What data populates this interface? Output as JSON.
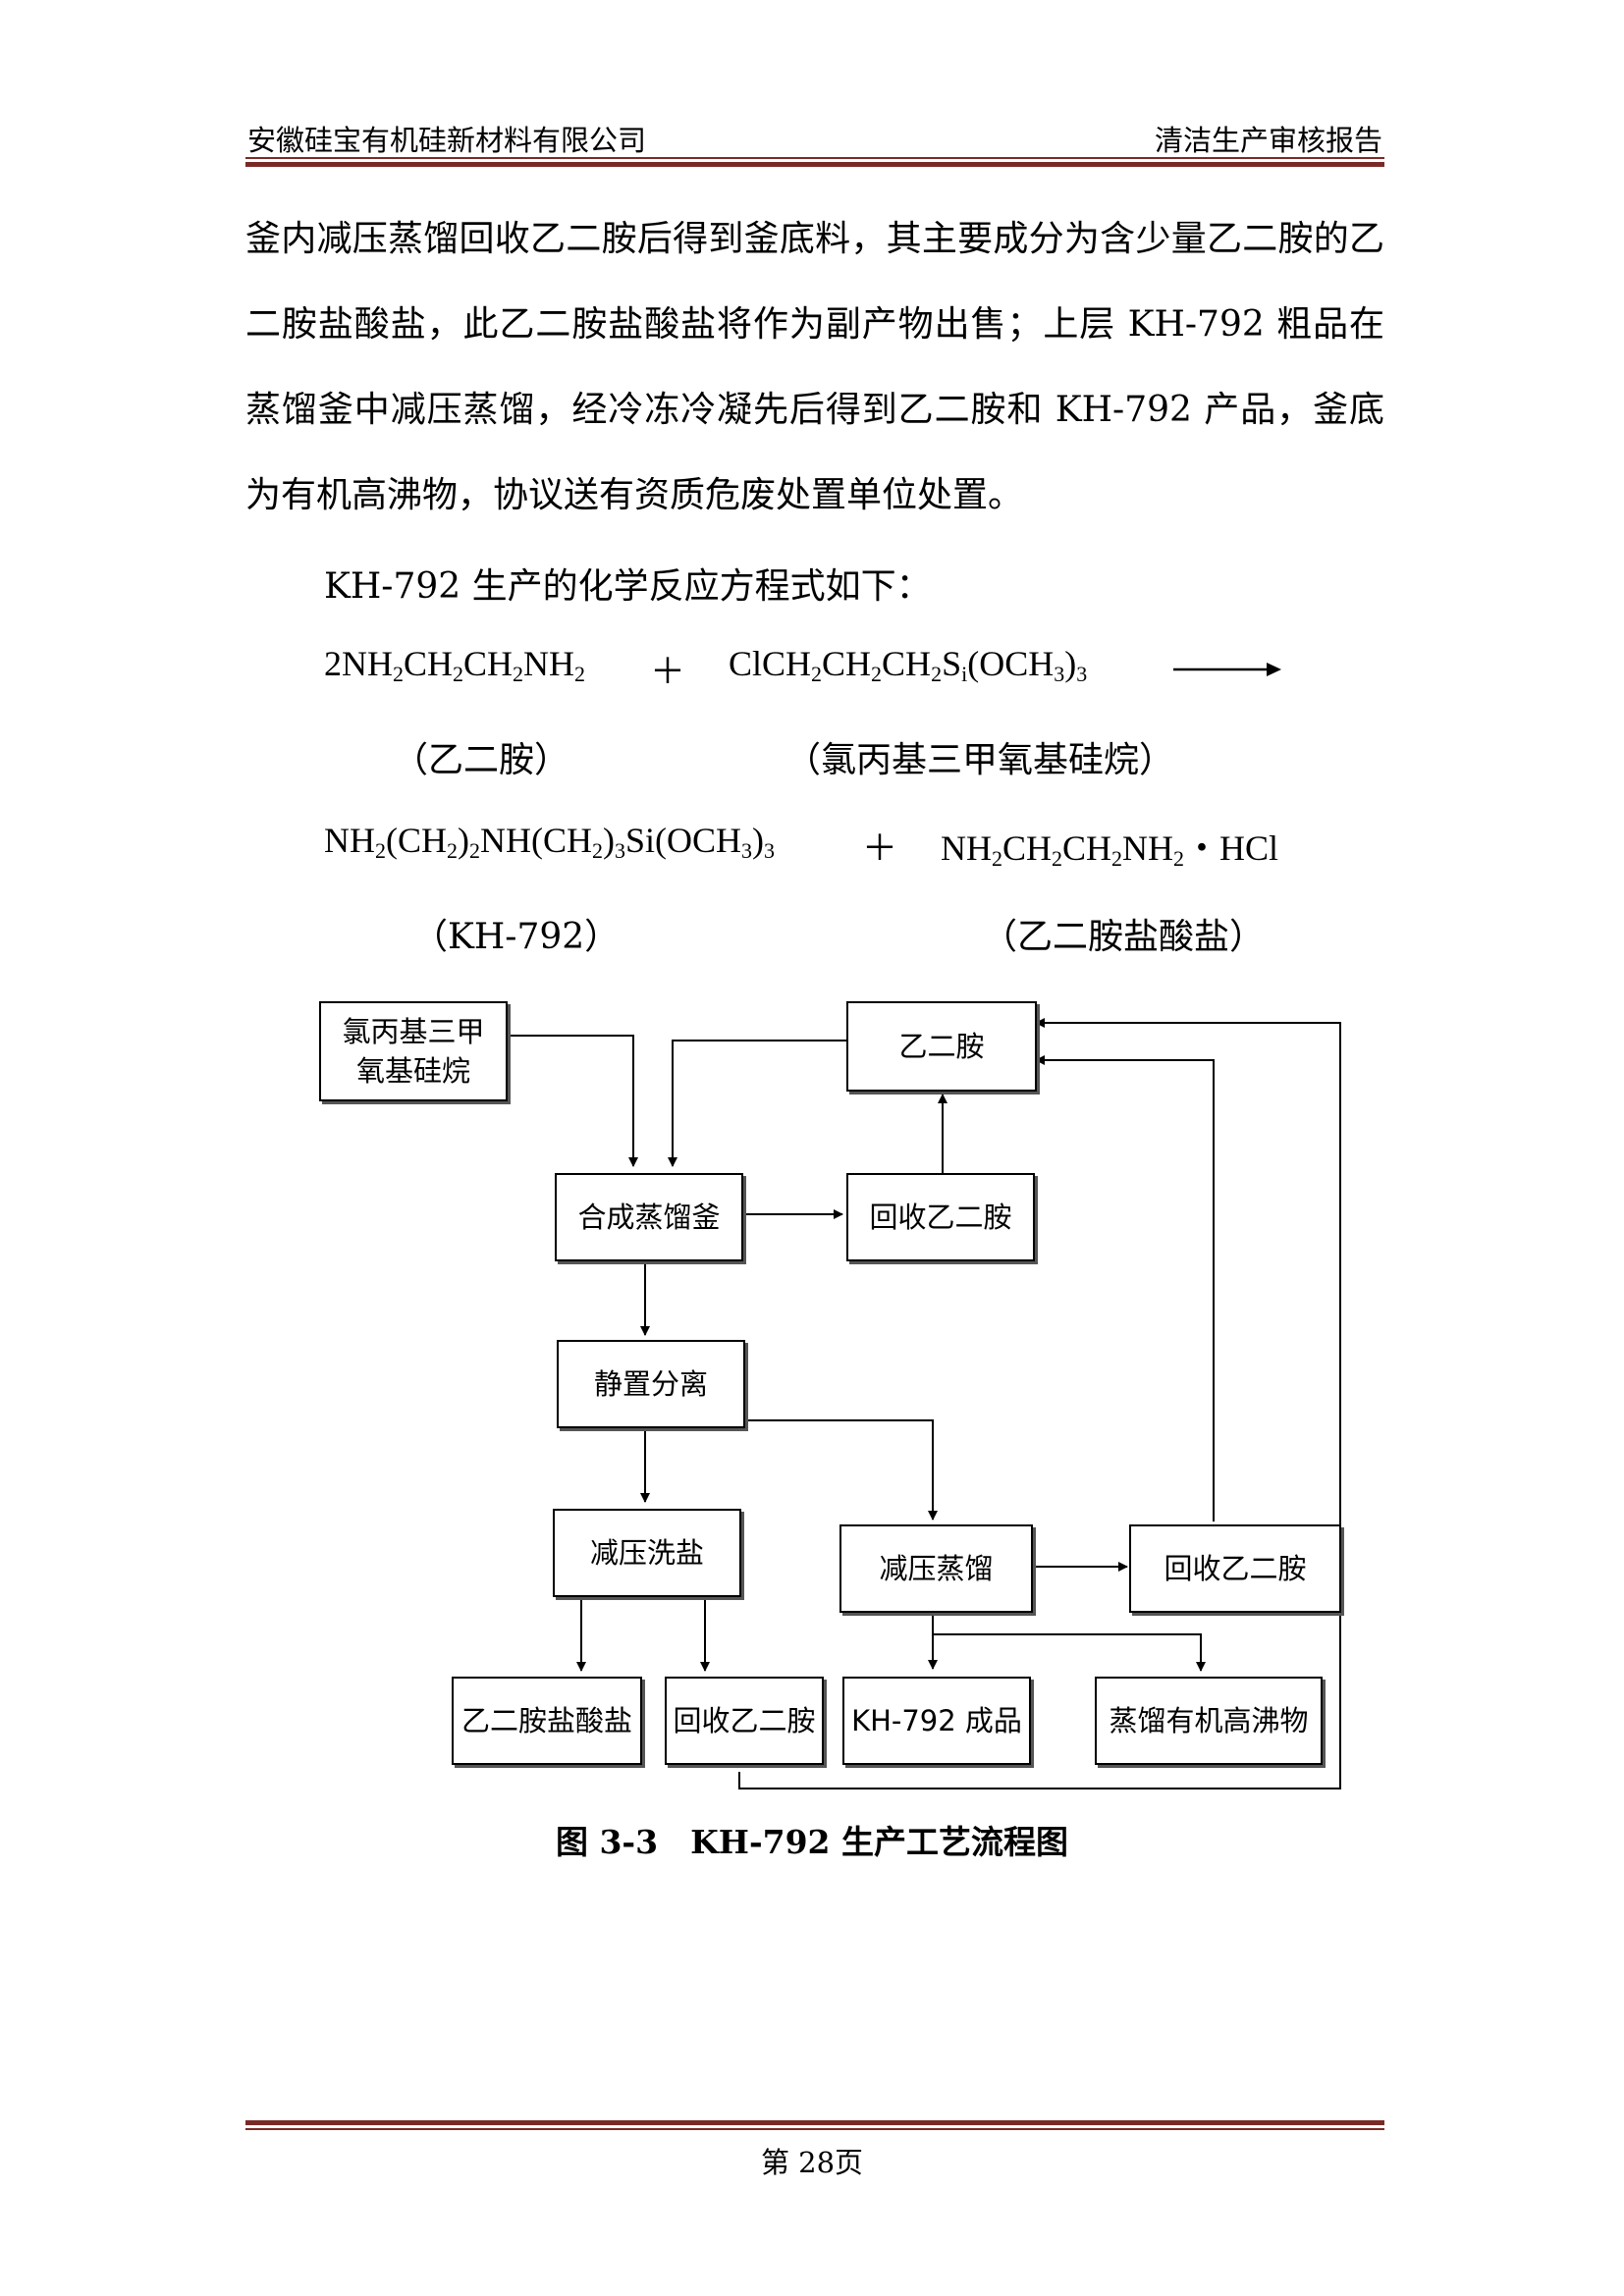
{
  "header": {
    "company": "安徽硅宝有机硅新材料有限公司",
    "report_title": "清洁生产审核报告"
  },
  "body": {
    "paragraph_1": "釜内减压蒸馏回收乙二胺后得到釜底料，其主要成分为含少量乙二胺的乙二胺盐酸盐，此乙二胺盐酸盐将作为副产物出售；上层 KH-792 粗品在蒸馏釜中减压蒸馏，经冷冻冷凝先后得到乙二胺和 KH-792 产品，釜底为有机高沸物，协议送有资质危废处置单位处置。",
    "paragraph_2": "KH-792 生产的化学反应方程式如下："
  },
  "equation": {
    "reactant_1_label": "（乙二胺）",
    "reactant_2_label": "（氯丙基三甲氧基硅烷）",
    "product_1_label": "（KH-792）",
    "product_2_label": "（乙二胺盐酸盐）",
    "plus": "＋"
  },
  "flowchart": {
    "boxes": {
      "raw_silane": "氯丙基三甲\n氧基硅烷",
      "ethylenediamine": "乙二胺",
      "synthesis_still": "合成蒸馏釜",
      "recover_1": "回收乙二胺",
      "settle_separate": "静置分离",
      "vacuum_wash_salt": "减压洗盐",
      "vacuum_distill": "减压蒸馏",
      "recover_2": "回收乙二胺",
      "eda_hcl": "乙二胺盐酸盐",
      "recover_3": "回收乙二胺",
      "kh792_product": "KH-792 成品",
      "high_boilers": "蒸馏有机高沸物"
    }
  },
  "caption": "图 3-3　KH-792 生产工艺流程图",
  "footer": {
    "page": "第 28页"
  },
  "colors": {
    "rule": "#7a2a26"
  }
}
